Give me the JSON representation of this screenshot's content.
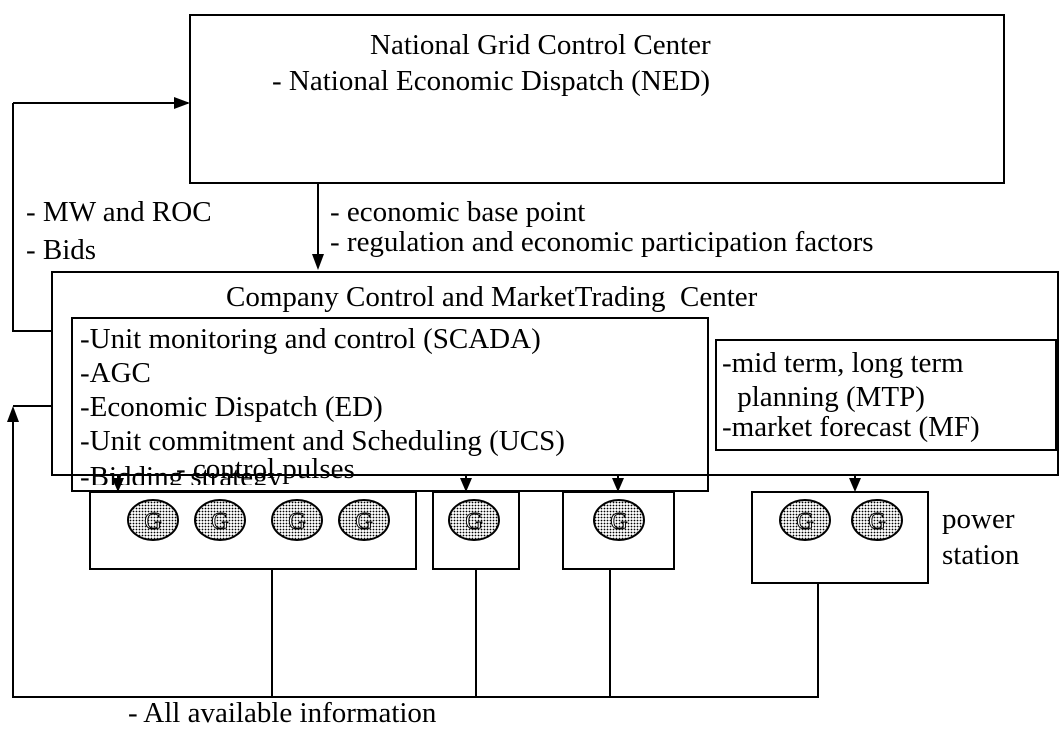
{
  "national_center": {
    "title": "National Grid Control Center",
    "item": "- National Economic Dispatch (NED)"
  },
  "uplink": {
    "line1": "- MW and ROC",
    "line2": "- Bids"
  },
  "downlink": {
    "line1": "- economic base point",
    "line2": "- regulation and economic participation factors"
  },
  "company_center": {
    "title": "Company Control and MarketTrading  Center",
    "functions": [
      "-Unit monitoring and control (SCADA)",
      "-AGC",
      "-Economic Dispatch (ED)",
      "-Unit commitment and Scheduling (UCS)",
      "-Bidding strategy"
    ],
    "planning": [
      "-mid term, long term",
      " planning (MTP)",
      "-market forecast (MF)"
    ]
  },
  "control_pulses": "- control pulses",
  "generator_symbol": "G",
  "power_station": {
    "line1": "power",
    "line2": "station"
  },
  "feedback": "- All available information"
}
